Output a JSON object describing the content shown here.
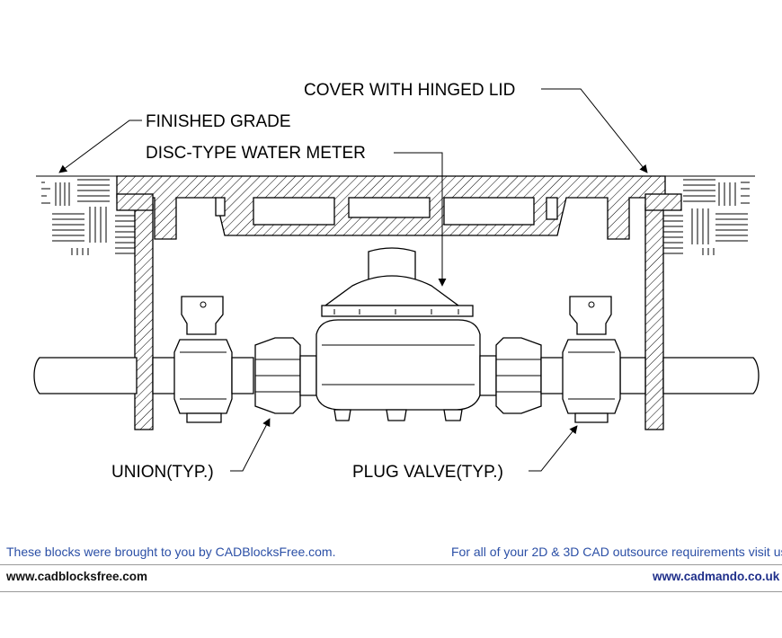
{
  "labels": {
    "cover": "COVER WITH HINGED LID",
    "grade": "FINISHED GRADE",
    "meter": "DISC-TYPE WATER METER",
    "union": "UNION(TYP.)",
    "valve": "PLUG VALVE(TYP.)"
  },
  "footer": {
    "credit_left": "These blocks were brought to you by CADBlocksFree.com.",
    "credit_right": "For all of your 2D & 3D CAD outsource requirements visit us",
    "site_left": "www.cadblocksfree.com",
    "site_right": "www.cadmando.co.uk"
  },
  "colors": {
    "credit_text": "#2b4fa6",
    "site_right_text": "#1f2f8a",
    "rule_line": "#9a9a9a"
  }
}
